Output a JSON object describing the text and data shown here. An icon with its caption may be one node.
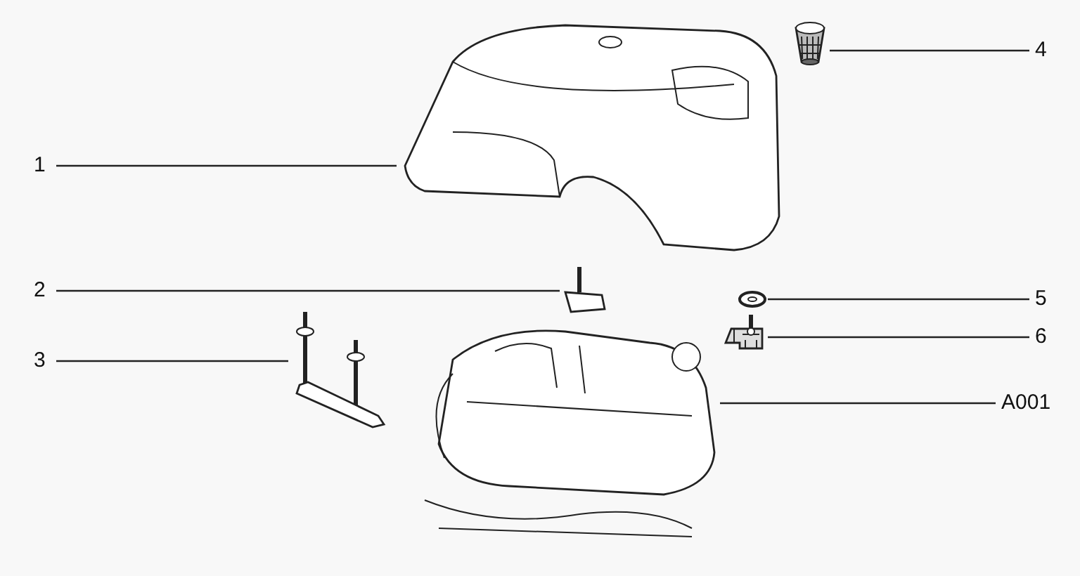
{
  "diagram": {
    "nodes": [
      {
        "text": [
          "1"
        ]
      },
      {
        "text": [
          "2"
        ]
      },
      {
        "text": [
          "3"
        ]
      },
      {
        "text": [
          "4"
        ]
      },
      {
        "text": [
          "5"
        ]
      },
      {
        "text": [
          "6"
        ]
      },
      {
        "text": [
          "A001"
        ]
      },
      {
        "text": [],
        "shape": "picture"
      },
      {
        "text": [],
        "shape": "picture"
      },
      {
        "text": [],
        "shape": "picture"
      },
      {
        "text": [],
        "shape": "picture"
      },
      {
        "text": [],
        "shape": "picture"
      },
      {
        "text": [],
        "shape": "picture"
      },
      {
        "text": [],
        "shape": "picture"
      }
    ],
    "edges": [
      {
        "from": 0,
        "to": 7,
        "arrow": "none"
      },
      {
        "from": 1,
        "to": 8,
        "arrow": "none"
      },
      {
        "from": 2,
        "to": 9,
        "arrow": "none"
      },
      {
        "from": 3,
        "to": 10,
        "arrow": "none"
      },
      {
        "from": 4,
        "to": 11,
        "arrow": "none"
      },
      {
        "from": 5,
        "to": 12,
        "arrow": "none"
      },
      {
        "from": 6,
        "to": 13,
        "arrow": "none"
      }
    ]
  }
}
